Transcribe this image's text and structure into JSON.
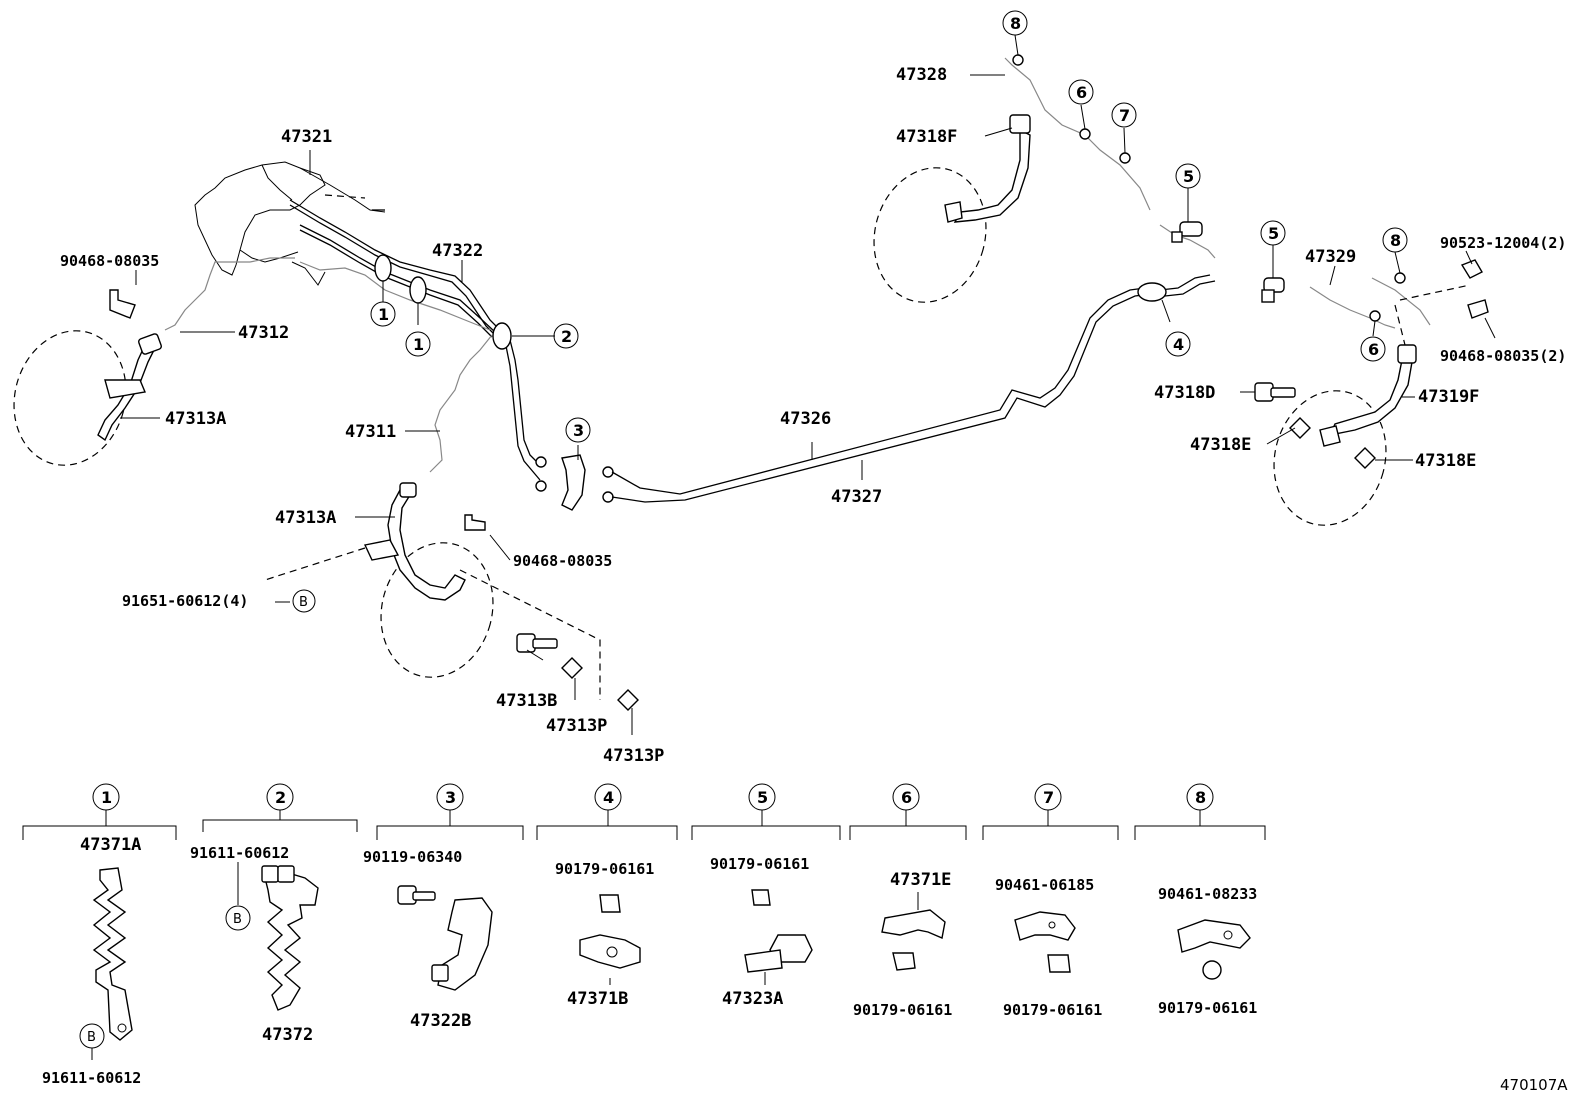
{
  "diagram": {
    "labels": {
      "p47321": "47321",
      "p47322": "47322",
      "p90468_a": "90468-08035",
      "p47312": "47312",
      "p47313a_top": "47313A",
      "p47311": "47311",
      "p47313a_mid": "47313A",
      "p91651": "91651-60612(4)",
      "p90468_b": "90468-08035",
      "p47313b": "47313B",
      "p47313p_a": "47313P",
      "p47313p_b": "47313P",
      "p47326": "47326",
      "p47327": "47327",
      "p47328": "47328",
      "p47318f": "47318F",
      "p47329": "47329",
      "p90523": "90523-12004(2)",
      "p90468_c": "90468-08035(2)",
      "p47318d": "47318D",
      "p47318e_a": "47318E",
      "p47318e_b": "47318E",
      "p47319f": "47319F"
    },
    "ref_letter": "B",
    "callouts": {
      "c1a": "1",
      "c1b": "1",
      "c2": "2",
      "c3": "3",
      "c4": "4",
      "c5a": "5",
      "c5b": "5",
      "c6a": "6",
      "c6b": "6",
      "c7": "7",
      "c8a": "8",
      "c8b": "8"
    },
    "detail_groups": [
      {
        "num": "1",
        "parts": [
          "47371A",
          "91611-60612"
        ]
      },
      {
        "num": "2",
        "parts": [
          "91611-60612",
          "47372"
        ]
      },
      {
        "num": "3",
        "parts": [
          "90119-06340",
          "47322B"
        ]
      },
      {
        "num": "4",
        "parts": [
          "90179-06161",
          "47371B"
        ]
      },
      {
        "num": "5",
        "parts": [
          "90179-06161",
          "47323A"
        ]
      },
      {
        "num": "6",
        "parts": [
          "47371E",
          "90179-06161"
        ]
      },
      {
        "num": "7",
        "parts": [
          "90461-06185",
          "90179-06161"
        ]
      },
      {
        "num": "8",
        "parts": [
          "90461-08233",
          "90179-06161"
        ]
      }
    ],
    "drawing_code": "470107A"
  }
}
